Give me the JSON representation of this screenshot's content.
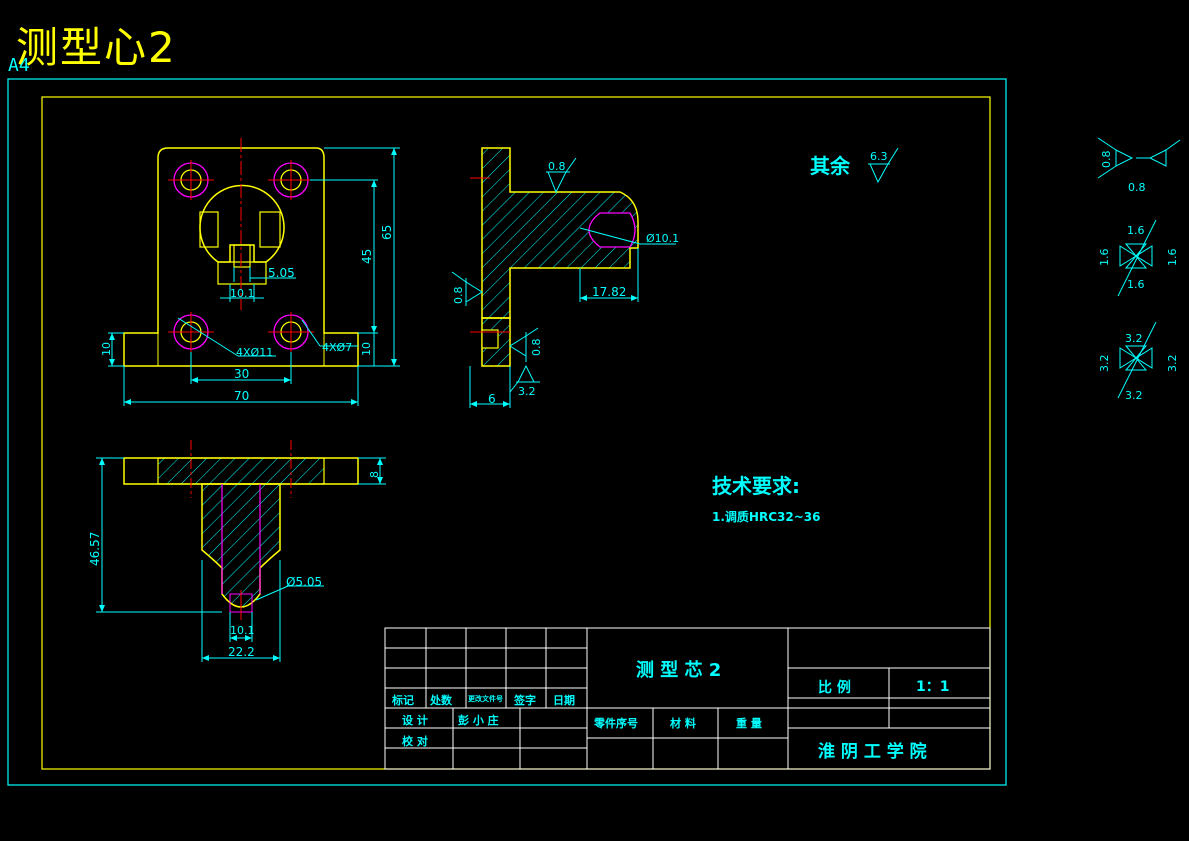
{
  "header": {
    "title": "测型心2",
    "sheet_size": "A4"
  },
  "colors": {
    "background": "#000000",
    "outline": "#ffff00",
    "dimension": "#00ffff",
    "centerline": "#ff0000",
    "hidden": "#ff00ff"
  },
  "front_view": {
    "dims": {
      "width_30": "30",
      "width_70": "70",
      "height_45": "45",
      "height_65": "65",
      "height_10_left": "10",
      "height_10_right": "10",
      "slot_10_1": "10.1",
      "slot_5_05": "5.05"
    },
    "holes": {
      "small": "4XØ11",
      "large": "4XØ7"
    }
  },
  "side_view": {
    "roughness": {
      "top": "0.8",
      "left": "0.8",
      "right": "0.8",
      "bottom": "3.2"
    },
    "dims": {
      "dia": "Ø10.1",
      "length": "17.82",
      "width": "6"
    }
  },
  "bottom_view": {
    "dims": {
      "thickness": "8",
      "height": "46.57",
      "hole": "Ø5.05",
      "slot": "10.1",
      "width": "22.2"
    }
  },
  "notes": {
    "remaining_label": "其余",
    "remaining_value": "6.3",
    "tech_title": "技术要求:",
    "tech_item_1": "1.调质HRC32~36"
  },
  "legend": {
    "a": {
      "v1": "0.8",
      "v2": "0.8"
    },
    "b": {
      "top": "1.6",
      "left": "1.6",
      "right": "1.6",
      "bottom": "1.6"
    },
    "c": {
      "top": "3.2",
      "left": "3.2",
      "right": "3.2",
      "bottom": "3.2"
    }
  },
  "title_block": {
    "part_name": "测 型 芯 2",
    "mark": "标记",
    "count": "处数",
    "file_no": "更改文件号",
    "sign": "签字",
    "date": "日期",
    "design": "设 计",
    "designer": "彭 小 庄",
    "check": "校 对",
    "part_no": "零件序号",
    "material": "材 料",
    "weight": "重 量",
    "scale_label": "比 例",
    "scale_value": "1：1",
    "school": "淮 阴 工 学 院"
  }
}
